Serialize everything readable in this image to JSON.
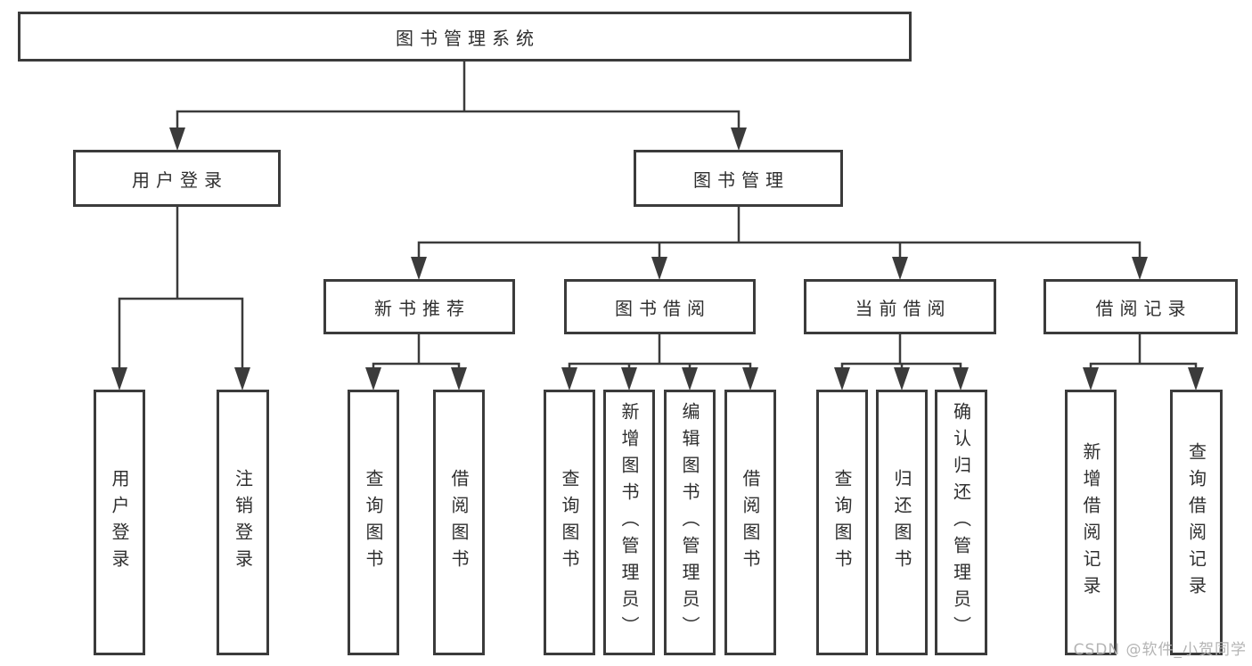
{
  "diagram": {
    "title_node": "图书管理系统",
    "level2": {
      "user_login": "用户登录",
      "book_management": "图书管理"
    },
    "user_login_children": [
      "用户登录",
      "注销登录"
    ],
    "level3": [
      "新书推荐",
      "图书借阅",
      "当前借阅",
      "借阅记录"
    ],
    "new_book_children": [
      "查询图书",
      "借阅图书"
    ],
    "book_borrow_children": [
      "查询图书",
      "新增图书（管理员）",
      "编辑图书（管理员）",
      "借阅图书"
    ],
    "current_borrow_children": [
      "查询图书",
      "归还图书",
      "确认归还（管理员）"
    ],
    "borrow_record_children": [
      "新增借阅记录",
      "查询借阅记录"
    ]
  },
  "watermark": "CSDN @软件_小贺同学",
  "colors": {
    "line": "#3b3b3b",
    "text": "#2f2f2f",
    "node_background": "#ffffff",
    "watermark": "#b4b4b4"
  }
}
